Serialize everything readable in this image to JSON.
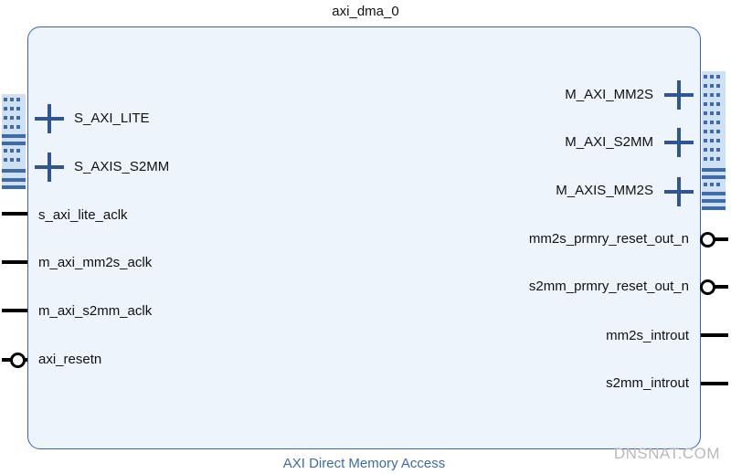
{
  "instance_name": "axi_dma_0",
  "ip_name": "AXI Direct Memory Access",
  "watermark": "DNSNAT.COM",
  "left_ports": {
    "s_axi_lite": "S_AXI_LITE",
    "s_axis_s2mm": "S_AXIS_S2MM",
    "s_axi_lite_aclk": "s_axi_lite_aclk",
    "m_axi_mm2s_aclk": "m_axi_mm2s_aclk",
    "m_axi_s2mm_aclk": "m_axi_s2mm_aclk",
    "axi_resetn": "axi_resetn"
  },
  "right_ports": {
    "m_axi_mm2s": "M_AXI_MM2S",
    "m_axi_s2mm": "M_AXI_S2MM",
    "m_axis_mm2s": "M_AXIS_MM2S",
    "mm2s_prmry_reset_out_n": "mm2s_prmry_reset_out_n",
    "s2mm_prmry_reset_out_n": "s2mm_prmry_reset_out_n",
    "mm2s_introut": "mm2s_introut",
    "s2mm_introut": "s2mm_introut"
  },
  "colors": {
    "block_fill": "#edf4fc",
    "block_border": "#3a66a9",
    "interface_plus": "#2f5593",
    "subtitle": "#3d6aa8"
  }
}
